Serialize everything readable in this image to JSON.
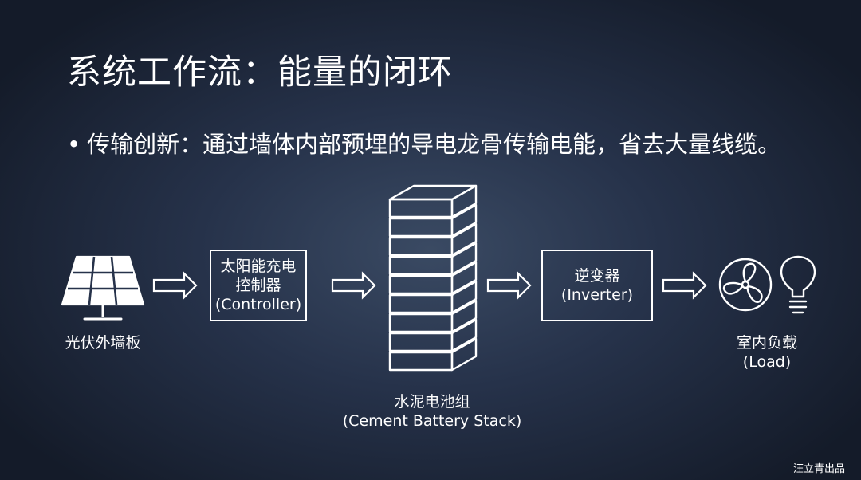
{
  "title": "系统工作流：能量的闭环",
  "bullet": {
    "marker": "•",
    "text": "传输创新：通过墙体内部预埋的导电龙骨传输电能，省去大量线缆。"
  },
  "nodes": {
    "solar_panel": {
      "label": "光伏外墙板",
      "icon": "solar-panel-icon"
    },
    "controller": {
      "line1": "太阳能充电",
      "line2": "控制器",
      "line3": "(Controller)"
    },
    "battery": {
      "line1": "水泥电池组",
      "line2": "(Cement Battery Stack)",
      "icon": "battery-stack-icon"
    },
    "inverter": {
      "line1": "逆变器",
      "line2": "(Inverter)"
    },
    "load": {
      "line1": "室内负载",
      "line2": "(Load)",
      "icons": [
        "fan-icon",
        "light-bulb-icon"
      ]
    }
  },
  "flow_arrows": 4,
  "credit": "汪立青出品",
  "colors": {
    "foreground": "#ffffff",
    "background_center": "#3a4a63",
    "background_edge": "#141b29"
  }
}
